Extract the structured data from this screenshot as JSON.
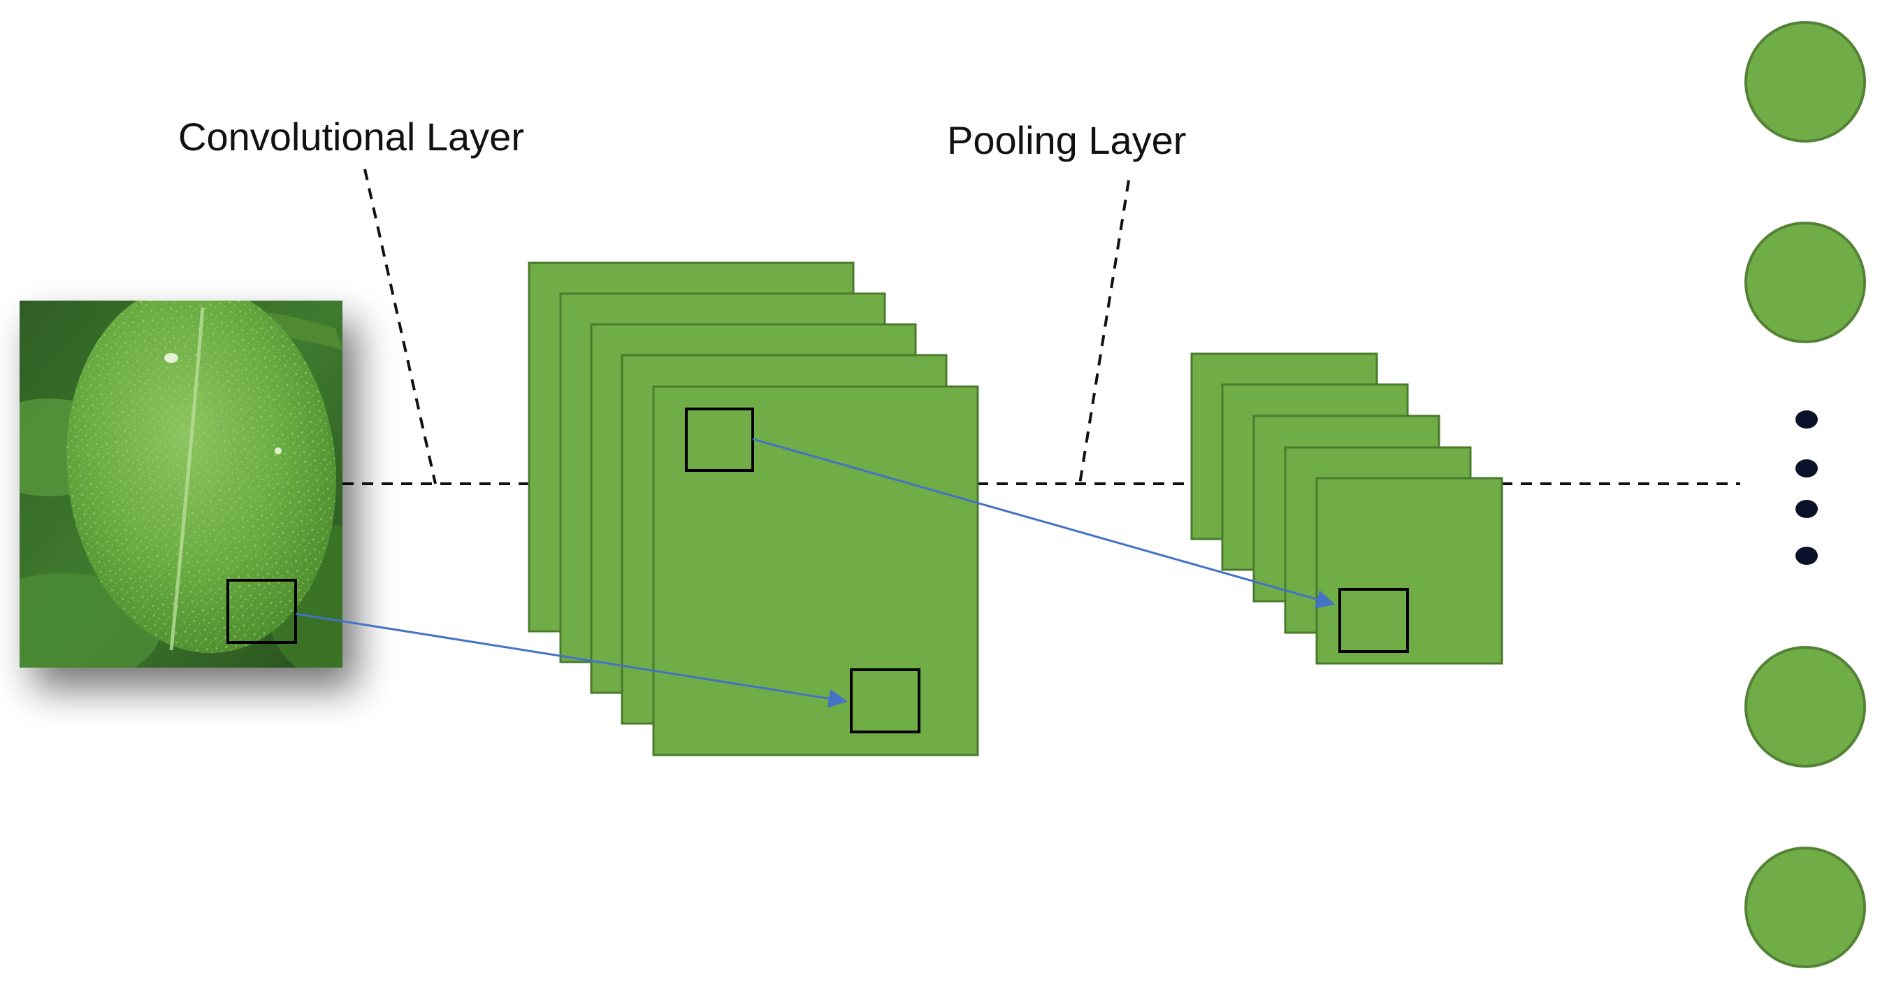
{
  "labels": {
    "convolutional": "Convolutional Layer",
    "pooling": "Pooling Layer"
  },
  "colors": {
    "feature_map_fill": "#70ad47",
    "feature_map_stroke": "#4a7a2c",
    "neuron_fill": "#70ad47",
    "neuron_stroke": "#548235",
    "arrow": "#4472c4",
    "dashed_line": "#111111",
    "ellipsis_dot": "#0a1128",
    "leaf_green": "#5a9a3a"
  },
  "icons": {
    "input_image": "leaf-photo",
    "receptive_window": "square-outline",
    "neuron": "circle",
    "ellipsis": "vertical-dots"
  },
  "structure": {
    "convolutional_feature_maps": 5,
    "pooling_feature_maps": 5,
    "output_neurons_visible": 4,
    "ellipsis_dots": 4
  }
}
